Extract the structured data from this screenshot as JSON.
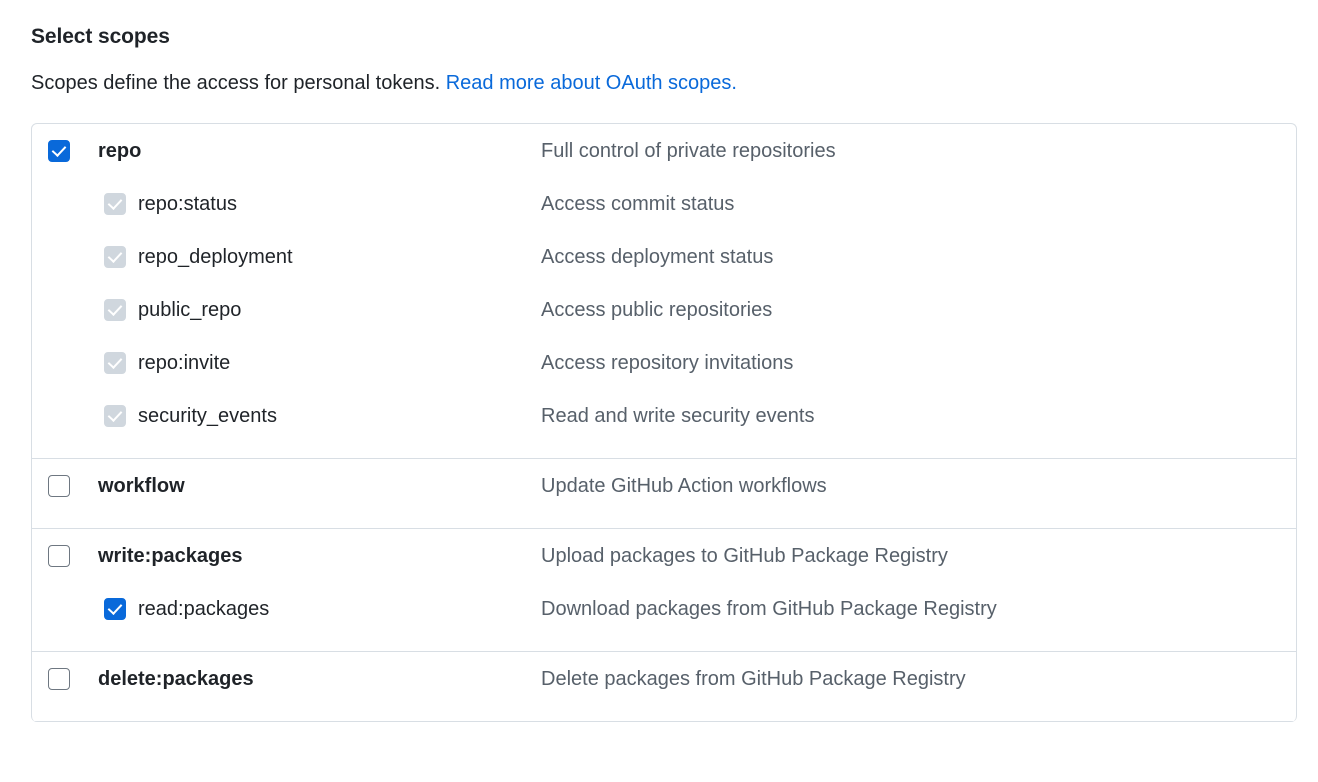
{
  "header": {
    "title": "Select scopes",
    "description_prefix": "Scopes define the access for personal tokens.",
    "link_text": "Read more about OAuth scopes."
  },
  "colors": {
    "checkbox_checked": "#0969da",
    "checkbox_disabled": "#d0d7de",
    "checkbox_border": "#6e7781",
    "link": "#0969da",
    "text_primary": "#1f2328",
    "text_secondary": "#57606a",
    "border": "#d8dee4"
  },
  "groups": [
    {
      "rows": [
        {
          "name": "repo",
          "description": "Full control of private repositories",
          "state": "checked",
          "level": "top"
        },
        {
          "name": "repo:status",
          "description": "Access commit status",
          "state": "disabled-checked",
          "level": "sub"
        },
        {
          "name": "repo_deployment",
          "description": "Access deployment status",
          "state": "disabled-checked",
          "level": "sub"
        },
        {
          "name": "public_repo",
          "description": "Access public repositories",
          "state": "disabled-checked",
          "level": "sub"
        },
        {
          "name": "repo:invite",
          "description": "Access repository invitations",
          "state": "disabled-checked",
          "level": "sub"
        },
        {
          "name": "security_events",
          "description": "Read and write security events",
          "state": "disabled-checked",
          "level": "sub"
        }
      ]
    },
    {
      "rows": [
        {
          "name": "workflow",
          "description": "Update GitHub Action workflows",
          "state": "unchecked",
          "level": "top"
        }
      ]
    },
    {
      "rows": [
        {
          "name": "write:packages",
          "description": "Upload packages to GitHub Package Registry",
          "state": "unchecked",
          "level": "top"
        },
        {
          "name": "read:packages",
          "description": "Download packages from GitHub Package Registry",
          "state": "checked",
          "level": "sub"
        }
      ]
    },
    {
      "rows": [
        {
          "name": "delete:packages",
          "description": "Delete packages from GitHub Package Registry",
          "state": "unchecked",
          "level": "top"
        }
      ]
    }
  ]
}
